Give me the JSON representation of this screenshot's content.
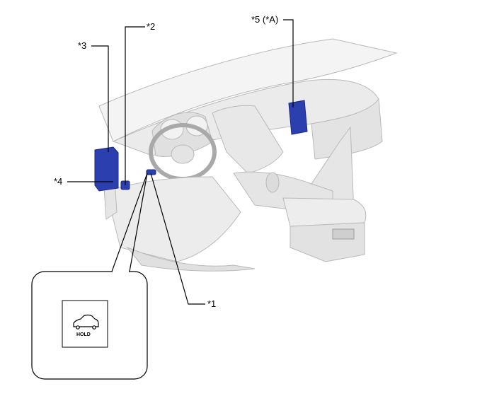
{
  "callouts": {
    "c1": "*1",
    "c2": "*2",
    "c3": "*3",
    "c4": "*4",
    "c5": "*5 (*A)"
  },
  "inset": {
    "switch_label": "HOLD",
    "icon": "car-hold-icon"
  },
  "colors": {
    "component_blue": "#2b3fae",
    "line": "#000000",
    "interior_shade": "#d9d9d9"
  }
}
